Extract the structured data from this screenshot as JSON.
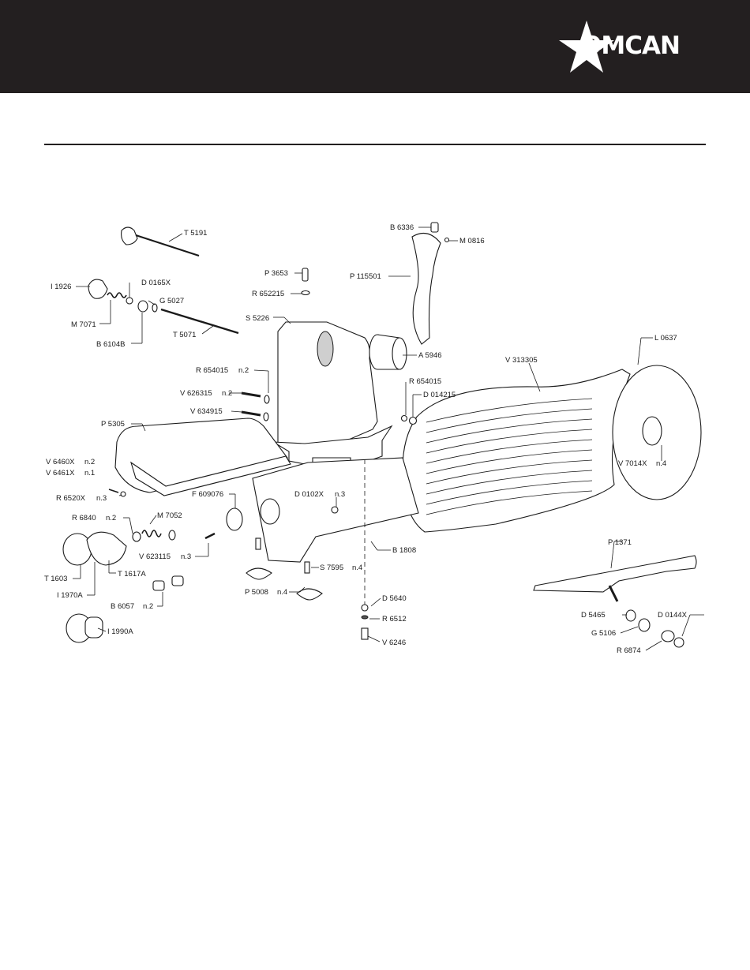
{
  "brand": {
    "logo_text": "OMCAN",
    "header_color": "#231f20"
  },
  "callouts": [
    {
      "id": "T5191",
      "text": "T 5191"
    },
    {
      "id": "I1926",
      "text": "I 1926"
    },
    {
      "id": "D0165X",
      "text": "D 0165X"
    },
    {
      "id": "G5027",
      "text": "G 5027"
    },
    {
      "id": "M7071",
      "text": "M 7071"
    },
    {
      "id": "B6104B",
      "text": "B 6104B"
    },
    {
      "id": "T5071",
      "text": "T 5071"
    },
    {
      "id": "P3653",
      "text": "P 3653"
    },
    {
      "id": "R652215",
      "text": "R 652215"
    },
    {
      "id": "S5226",
      "text": "S 5226"
    },
    {
      "id": "B6336",
      "text": "B 6336"
    },
    {
      "id": "M0816",
      "text": "M 0816"
    },
    {
      "id": "P115501",
      "text": "P 115501"
    },
    {
      "id": "A5946",
      "text": "A 5946"
    },
    {
      "id": "L0637",
      "text": "L 0637"
    },
    {
      "id": "V313305",
      "text": "V 313305"
    },
    {
      "id": "R654015a",
      "text": "R 654015",
      "qty": "n.2"
    },
    {
      "id": "V626315",
      "text": "V 626315",
      "qty": "n.2"
    },
    {
      "id": "V634915",
      "text": "V 634915"
    },
    {
      "id": "R654015b",
      "text": "R 654015"
    },
    {
      "id": "D014215",
      "text": "D 014215"
    },
    {
      "id": "P5305",
      "text": "P 5305"
    },
    {
      "id": "V6460X",
      "text": "V 6460X",
      "qty": "n.2"
    },
    {
      "id": "V6461X",
      "text": "V 6461X",
      "qty": "n.1"
    },
    {
      "id": "R6520X",
      "text": "R 6520X",
      "qty": "n.3"
    },
    {
      "id": "V7014X",
      "text": "V 7014X",
      "qty": "n.4"
    },
    {
      "id": "F609076",
      "text": "F 609076"
    },
    {
      "id": "D0102X",
      "text": "D 0102X",
      "qty": "n.3"
    },
    {
      "id": "R6840",
      "text": "R 6840",
      "qty": "n.2"
    },
    {
      "id": "M7052",
      "text": "M 7052"
    },
    {
      "id": "V623115",
      "text": "V 623115",
      "qty": "n.3"
    },
    {
      "id": "B1808",
      "text": "B 1808"
    },
    {
      "id": "P1371",
      "text": "P 1371"
    },
    {
      "id": "T1603",
      "text": "T 1603"
    },
    {
      "id": "T1617A",
      "text": "T 1617A"
    },
    {
      "id": "S7595",
      "text": "S 7595",
      "qty": "n.4"
    },
    {
      "id": "I1970A",
      "text": "I 1970A"
    },
    {
      "id": "P5008",
      "text": "P 5008",
      "qty": "n.4"
    },
    {
      "id": "D5640",
      "text": "D 5640"
    },
    {
      "id": "B6057",
      "text": "B 6057",
      "qty": "n.2"
    },
    {
      "id": "R6512",
      "text": "R 6512"
    },
    {
      "id": "D5465",
      "text": "D 5465"
    },
    {
      "id": "D0144X",
      "text": "D 0144X"
    },
    {
      "id": "G5106",
      "text": "G 5106"
    },
    {
      "id": "I1990A",
      "text": "I 1990A"
    },
    {
      "id": "V6246",
      "text": "V 6246"
    },
    {
      "id": "R6874",
      "text": "R 6874"
    }
  ]
}
